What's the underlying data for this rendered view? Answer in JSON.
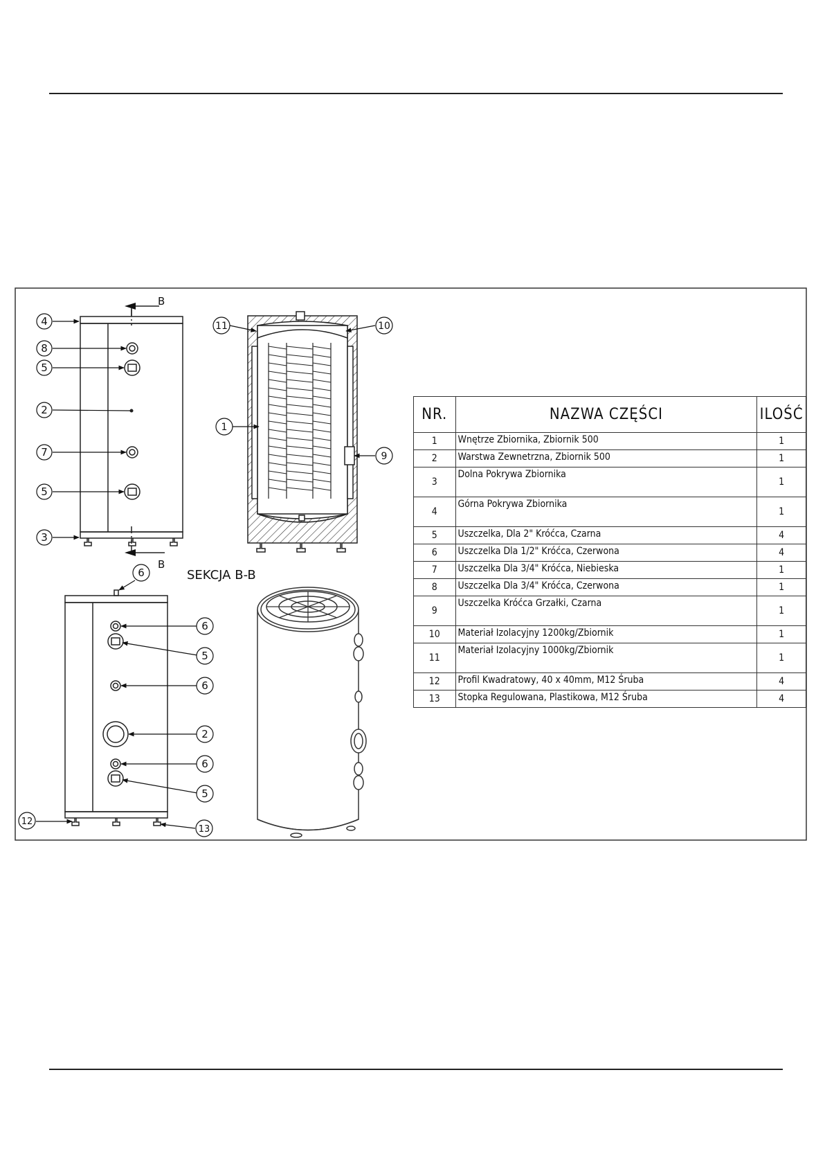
{
  "section_label": "SEKCJA B-B",
  "section_marker": "B",
  "callouts": {
    "front": [
      "4",
      "8",
      "5",
      "2",
      "7",
      "5",
      "3"
    ],
    "section": [
      "11",
      "10",
      "1",
      "9"
    ],
    "side": [
      "6",
      "6",
      "5",
      "6",
      "2",
      "6",
      "5",
      "12",
      "13"
    ]
  },
  "parts_table": {
    "headers": {
      "nr": "NR.",
      "name": "NAZWA CZĘŚCI",
      "qty": "ILOŚĆ"
    },
    "rows": [
      {
        "nr": "1",
        "name": "Wnętrze Zbiornika, Zbiornik 500",
        "qty": "1"
      },
      {
        "nr": "2",
        "name": "Warstwa Zewnetrzna, Zbiornik 500",
        "qty": "1"
      },
      {
        "nr": "3",
        "name": "Dolna Pokrywa Zbiornika",
        "qty": "1"
      },
      {
        "nr": "4",
        "name": "Górna Pokrywa Zbiornika",
        "qty": "1"
      },
      {
        "nr": "5",
        "name": "Uszczelka, Dla 2\" Króćca, Czarna",
        "qty": "4"
      },
      {
        "nr": "6",
        "name": "Uszczelka Dla 1/2\" Króćca, Czerwona",
        "qty": "4"
      },
      {
        "nr": "7",
        "name": "Uszczelka Dla 3/4\" Króćca, Niebieska",
        "qty": "1"
      },
      {
        "nr": "8",
        "name": "Uszczelka Dla 3/4\" Króćca, Czerwona",
        "qty": "1"
      },
      {
        "nr": "9",
        "name": "Uszczelka Króćca Grzałki, Czarna",
        "qty": "1"
      },
      {
        "nr": "10",
        "name": "Materiał Izolacyjny 1200kg/Zbiornik",
        "qty": "1"
      },
      {
        "nr": "11",
        "name": "Materiał Izolacyjny 1000kg/Zbiornik",
        "qty": "1"
      },
      {
        "nr": "12",
        "name": "Profil Kwadratowy, 40 x 40mm, M12 Śruba",
        "qty": "4"
      },
      {
        "nr": "13",
        "name": "Stopka Regulowana, Plastikowa, M12 Śruba",
        "qty": "4"
      }
    ]
  }
}
